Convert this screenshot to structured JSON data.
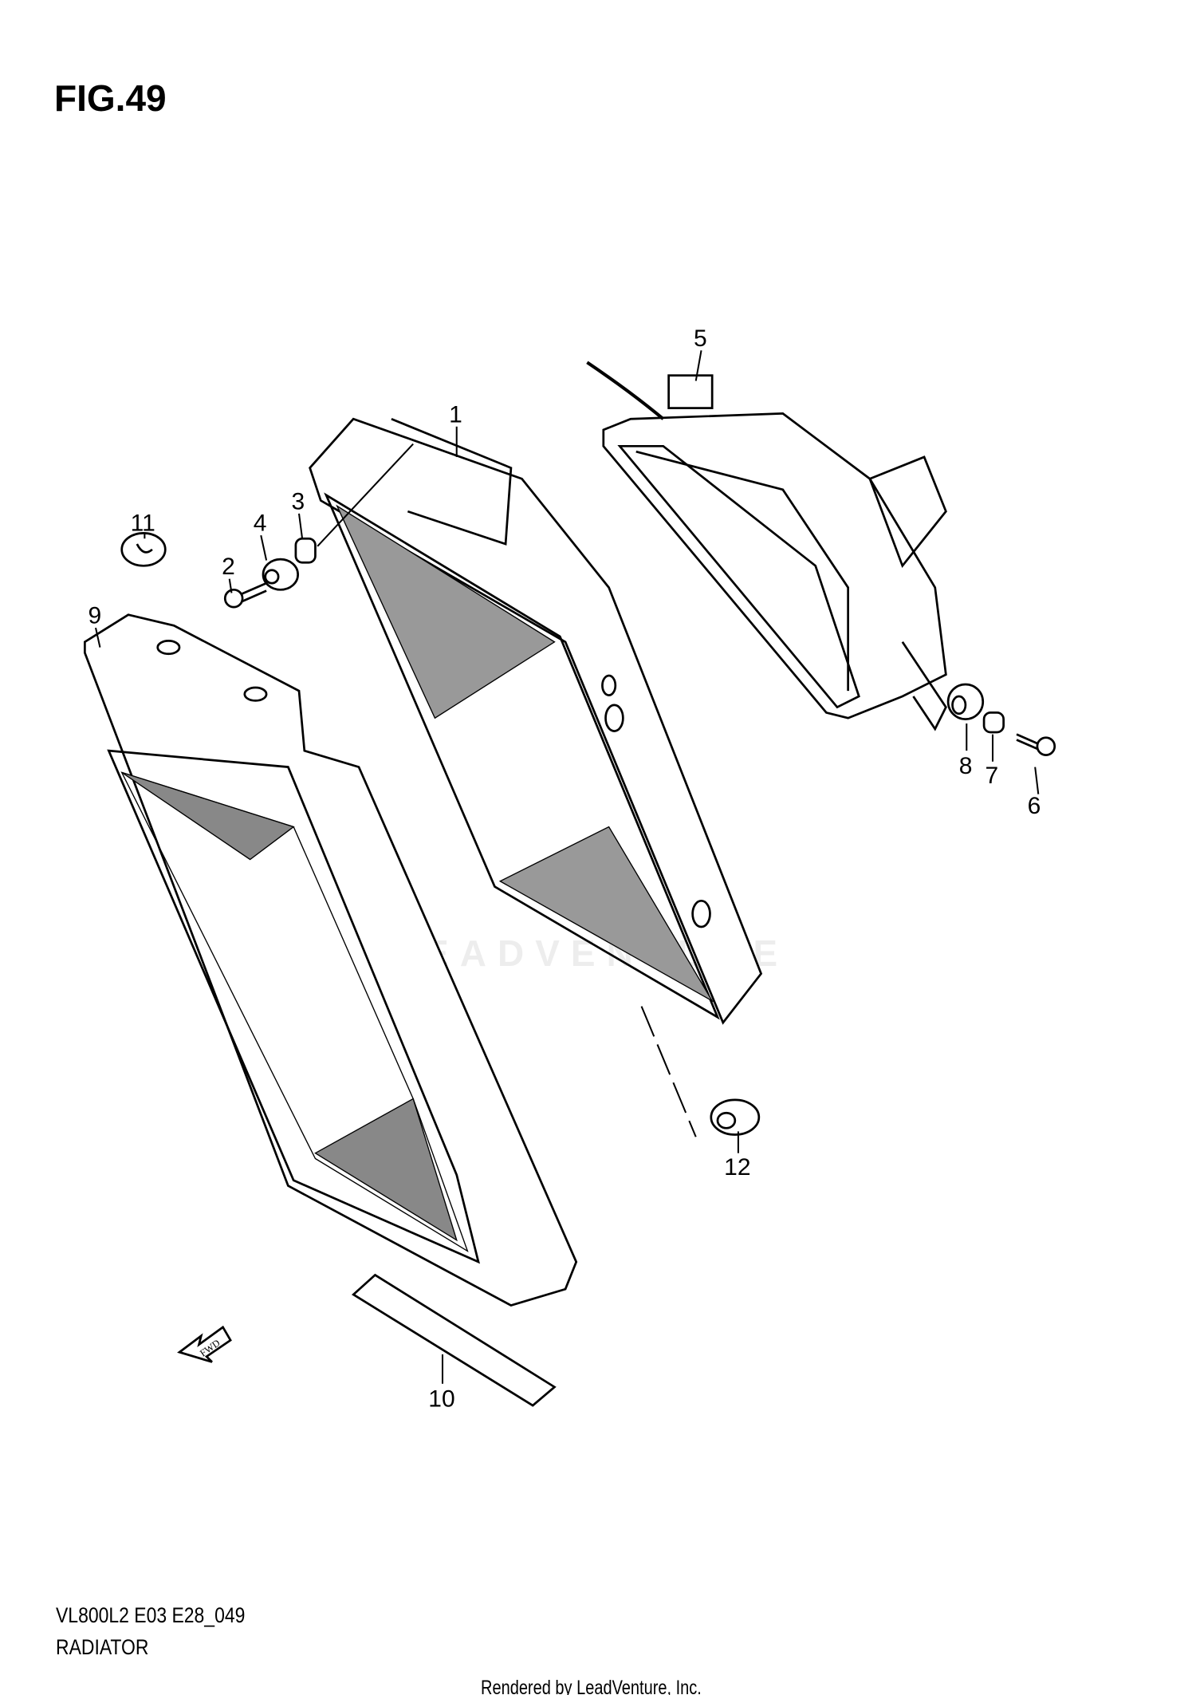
{
  "figure": {
    "title": "FIG.49",
    "model_code": "VL800L2 E03 E28_049",
    "name": "RADIATOR"
  },
  "footer": {
    "credit": "Rendered by LeadVenture, Inc."
  },
  "watermark": "LEADVENTURE",
  "fwd_arrow": "FWD",
  "callouts": [
    "1",
    "2",
    "3",
    "4",
    "5",
    "6",
    "7",
    "8",
    "9",
    "10",
    "11",
    "12"
  ]
}
